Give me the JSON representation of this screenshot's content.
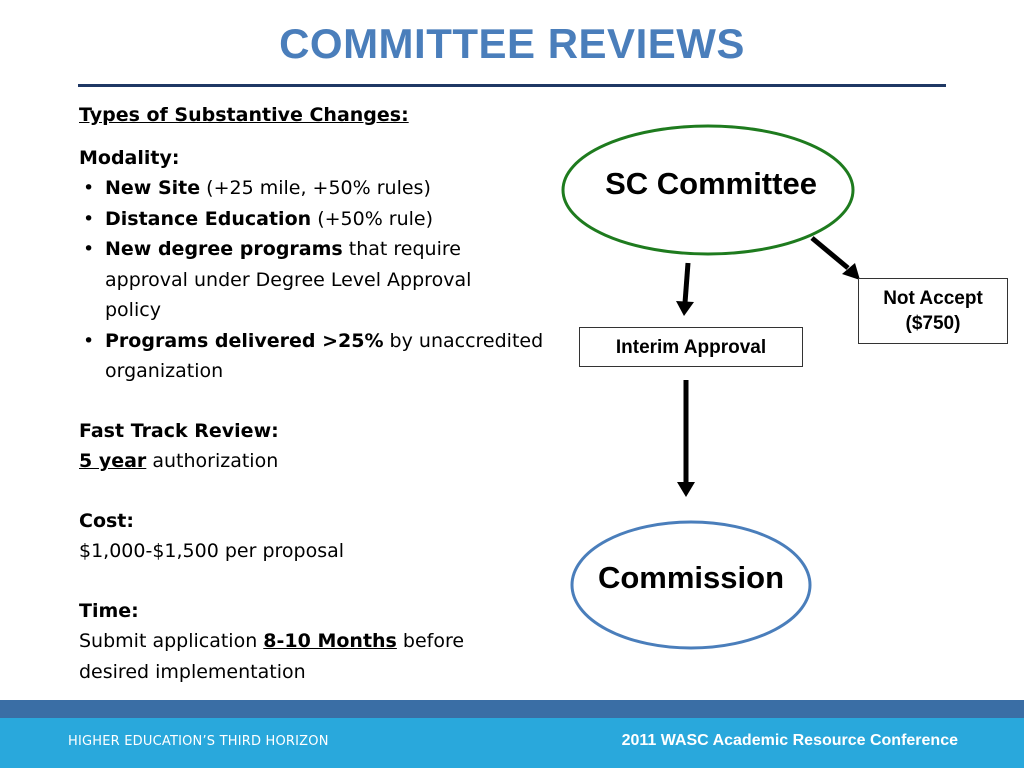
{
  "slide": {
    "title": "COMMITTEE REVIEWS"
  },
  "content": {
    "heading": "Types of Substantive Changes:",
    "modality_label": "Modality:",
    "bullets": [
      {
        "bold": "New Site",
        "rest": " (+25 mile, +50% rules)"
      },
      {
        "bold": "Distance Education",
        "rest": " (+50% rule)"
      },
      {
        "bold": "New degree programs",
        "rest": " that require approval under Degree Level Approval policy"
      },
      {
        "bold": "Programs delivered >25%",
        "rest": " by unaccredited organization"
      }
    ],
    "fast_track_label": "Fast Track Review:",
    "fast_track_emph": "5 year",
    "fast_track_rest": " authorization",
    "cost_label": "Cost:",
    "cost_value": "$1,000-$1,500 per proposal",
    "time_label": "Time:",
    "time_prefix": "Submit application ",
    "time_emph": "8-10 Months",
    "time_suffix": " before desired implementation"
  },
  "diagram": {
    "sc_committee": "SC Committee",
    "interim_approval": "Interim Approval",
    "not_accept_line1": "Not Accept",
    "not_accept_line2": "($750)",
    "commission": "Commission",
    "colors": {
      "sc_oval_stroke": "#1e7b1e",
      "commission_oval_stroke": "#4a7ebb",
      "arrow": "#000000"
    }
  },
  "footer": {
    "left_text": "HIGHER EDUCATION’S THIRD HORIZON",
    "right_text": "2011 WASC Academic Resource Conference",
    "colors": {
      "band_top": "#3a6ea5",
      "band": "#29a8dc"
    }
  }
}
